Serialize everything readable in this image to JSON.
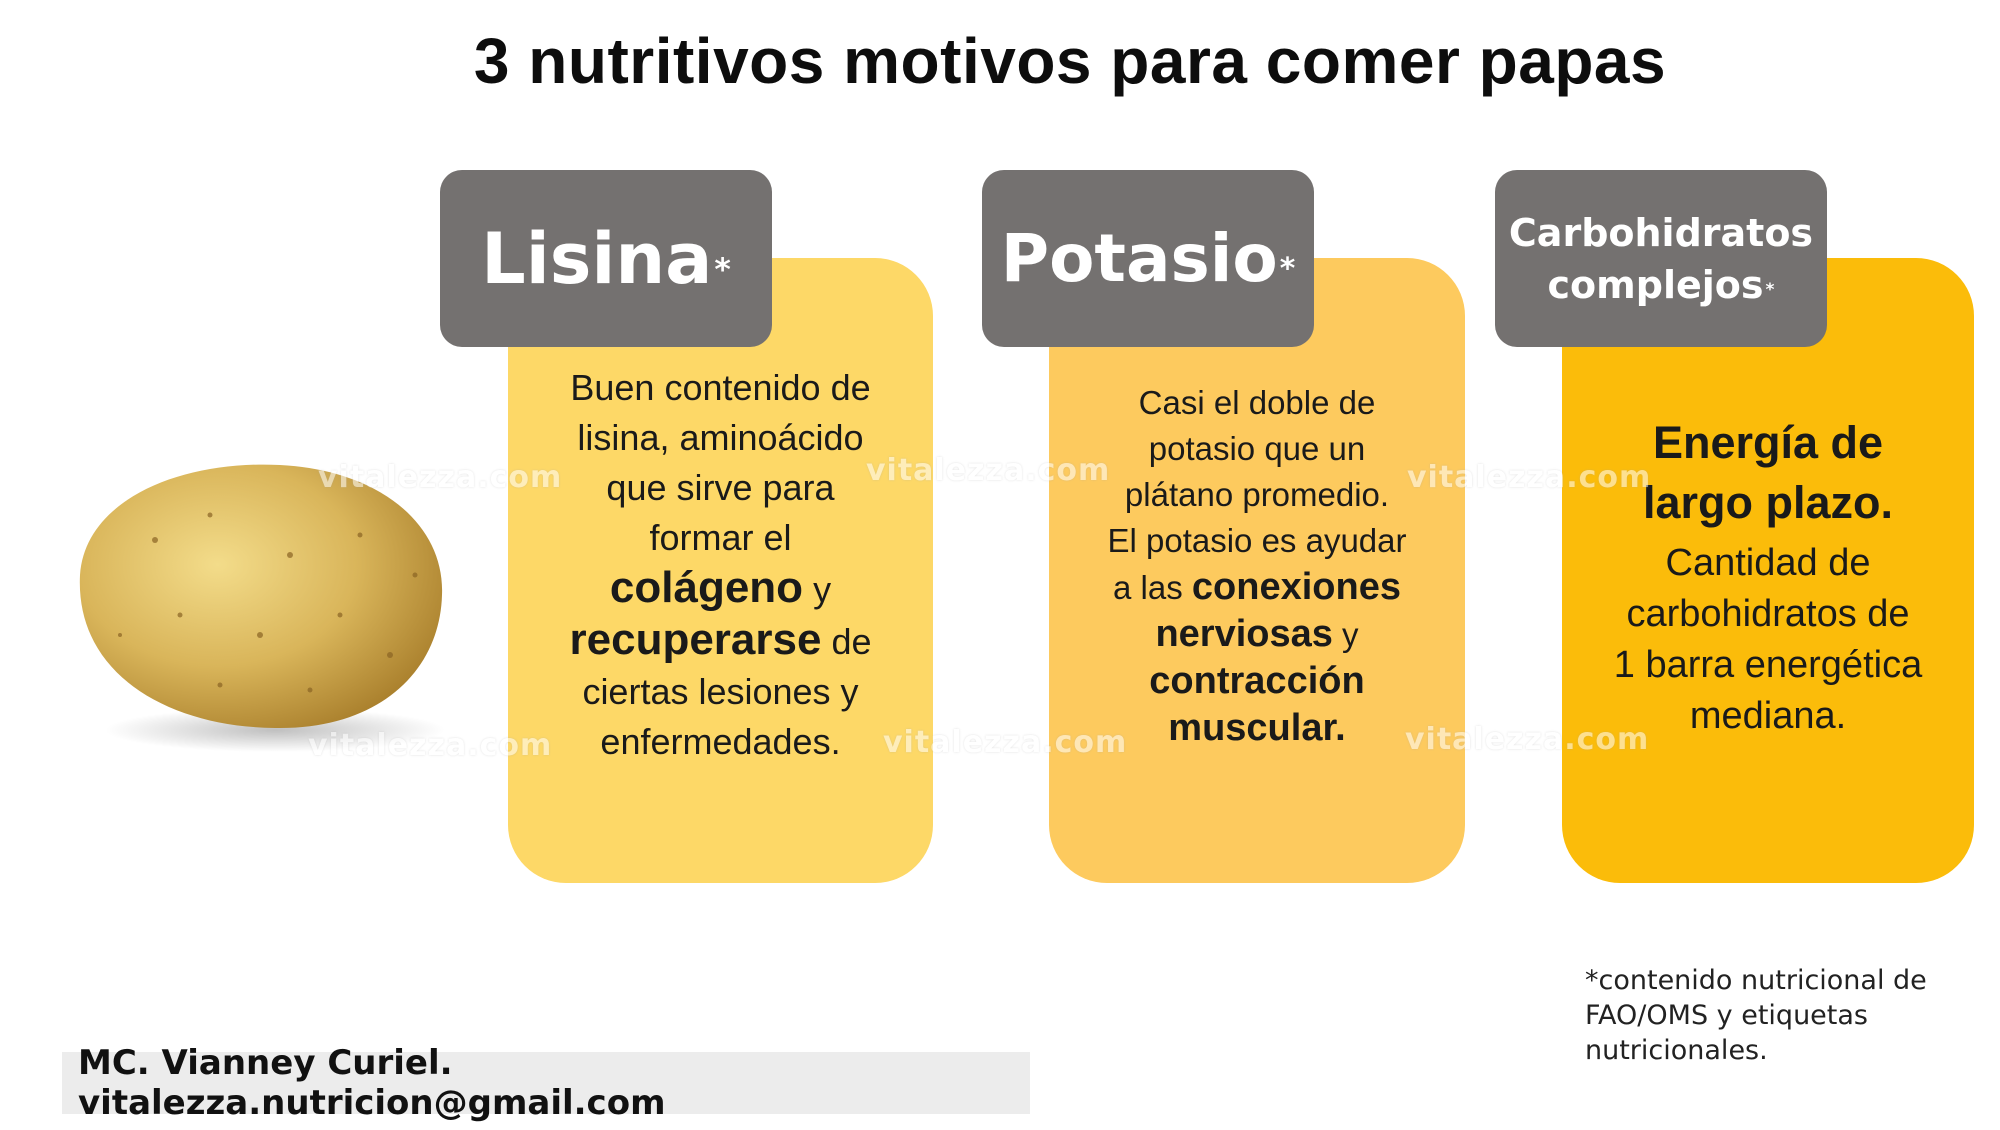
{
  "title": "3 nutritivos motivos para comer papas",
  "colors": {
    "card1": "#FDD867",
    "card2": "#FDCA5E",
    "card3": "#FBBC0A",
    "tab": "#747170"
  },
  "cards": [
    {
      "tab": "Lisina",
      "mark": "*",
      "lines": [
        [
          {
            "t": "Buen contenido de"
          }
        ],
        [
          {
            "t": "lisina, aminoácido"
          }
        ],
        [
          {
            "t": "que sirve para"
          }
        ],
        [
          {
            "t": "formar el"
          }
        ],
        [
          {
            "t": "colágeno",
            "b": true
          },
          {
            "t": " y"
          }
        ],
        [
          {
            "t": "recuperarse",
            "b": true
          },
          {
            "t": " de"
          }
        ],
        [
          {
            "t": "ciertas lesiones y"
          }
        ],
        [
          {
            "t": "enfermedades."
          }
        ]
      ]
    },
    {
      "tab": "Potasio",
      "mark": "*",
      "lines": [
        [
          {
            "t": "Casi el doble de"
          }
        ],
        [
          {
            "t": "potasio que un"
          }
        ],
        [
          {
            "t": "plátano promedio."
          }
        ],
        [
          {
            "t": "El potasio es ayudar"
          }
        ],
        [
          {
            "t": "a las "
          },
          {
            "t": "conexiones",
            "b": true
          }
        ],
        [
          {
            "t": "nerviosas",
            "b": true
          },
          {
            "t": " y"
          }
        ],
        [
          {
            "t": "contracción",
            "b": true
          }
        ],
        [
          {
            "t": "muscular.",
            "b": true
          }
        ]
      ]
    },
    {
      "tab_line1": "Carbohidratos",
      "tab_line2": "complejos",
      "mark": "*",
      "heading1": "Energía de",
      "heading2": "largo plazo.",
      "lines": [
        [
          {
            "t": "Cantidad de"
          }
        ],
        [
          {
            "t": "carbohidratos de"
          }
        ],
        [
          {
            "t": "1 barra energética"
          }
        ],
        [
          {
            "t": "mediana."
          }
        ]
      ]
    }
  ],
  "watermark": "vitalezza.com",
  "footnote": "*contenido nutricional de FAO/OMS y etiquetas nutricionales.",
  "author": "MC. Vianney Curiel. vitalezza.nutricion@gmail.com"
}
